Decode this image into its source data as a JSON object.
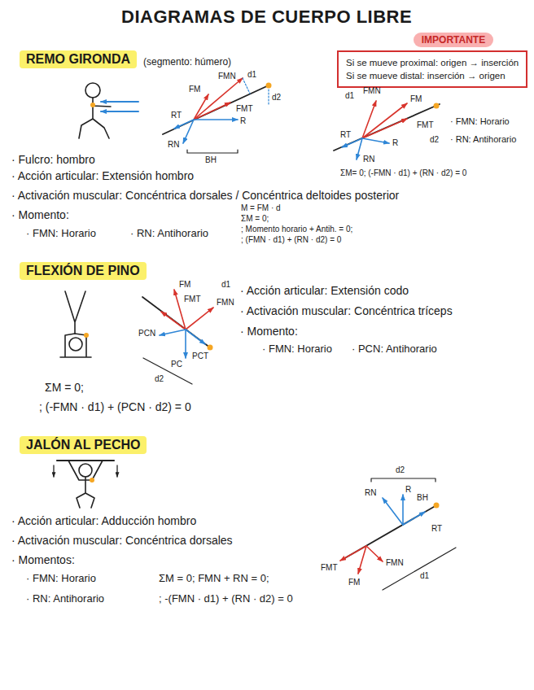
{
  "diagram": {
    "title": "DIAGRAMAS DE CUERPO LIBRE",
    "nodes": [
      {
        "text": [
          "REMO GIRONDA"
        ]
      },
      {
        "text": [
          "IMPORTANTE",
          "Si se mueve proximal: origen → inserción",
          "Si se mueve distal: inserción → origen"
        ]
      },
      {
        "text": [
          "FLEXIÓN DE PINO"
        ]
      },
      {
        "text": [
          "JALÓN AL PECHO"
        ]
      }
    ],
    "labels": [
      "(segmento: húmero)",
      "FMN",
      "FM",
      "FMT",
      "d1",
      "RT",
      "R",
      "RN",
      "d2",
      "BH",
      "d1",
      "FMN",
      "FM",
      "FMT",
      "RT",
      "R",
      "RN",
      "d2",
      "ΣM= 0; (-FMN · d1) + (RN · d2) = 0",
      "· FMN: Horario",
      "· RN: Antihorario",
      "· Fulcro: hombro",
      "· Acción articular: Extensión hombro",
      "· Activación muscular: Concéntrica dorsales / Concéntrica deltoides posterior",
      "· Momento:",
      "· FMN: Horario",
      "· RN: Antihorario",
      "M = FM · d",
      "ΣM = 0;",
      "; Momento horario + Antih. = 0;",
      "; (FMN · d1) + (RN · d2) = 0",
      "FM",
      "FMT",
      "FMN",
      "d1",
      "PCN",
      "PCT",
      "PC",
      "d2",
      "· Acción articular: Extensión codo",
      "· Activación muscular: Concéntrica tríceps",
      "· Momento:",
      "· FMN: Horario",
      "· PCN: Antihorario",
      "ΣM = 0;",
      "; (-FMN · d1) + (PCN · d2) = 0",
      "d2",
      "RN",
      "R",
      "BH",
      "RT",
      "FMT",
      "FMN",
      "FM",
      "d1",
      "· Acción articular: Adducción hombro",
      "· Activación muscular: Concéntrica dorsales",
      "· Momentos:",
      "· FMN: Horario",
      "· RN: Antihorario",
      "ΣM = 0; FMN + RN = 0;",
      "; -(FMN · d1) + (RN · d2) = 0"
    ]
  }
}
